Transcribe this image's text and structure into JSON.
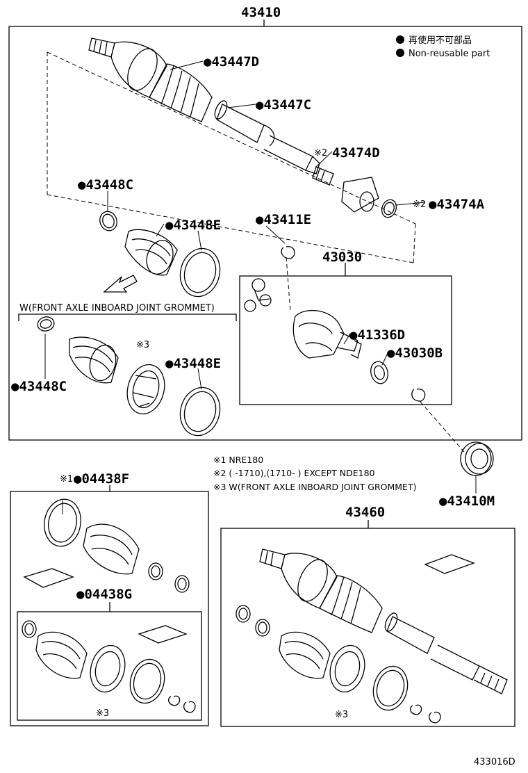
{
  "top": {
    "assembly_number": "43410",
    "legend": [
      {
        "text": "再使用不可部品"
      },
      {
        "text": "Non-reusable part"
      }
    ]
  },
  "parts": {
    "p43447D": "●43447D",
    "p43447C": "●43447C",
    "p43474D_mark": "※2",
    "p43474D": "43474D",
    "p43474A_mark": "※2",
    "p43474A": "●43474A",
    "p43448C_top": "●43448C",
    "p43448E_top": "●43448E",
    "p43411E": "●43411E",
    "p43030": "43030",
    "p41336D": "●41336D",
    "p43030B": "●43030B",
    "grommet_caption": "W(FRONT AXLE INBOARD JOINT GROMMET)",
    "p43448C_bottom": "●43448C",
    "mark3": "※3",
    "p43448E_bottom": "●43448E",
    "p43410M": "●43410M",
    "p04438F_mark": "※1",
    "p04438F": "●04438F",
    "p04438G": "●04438G",
    "mark3_kit": "※3",
    "p43460": "43460",
    "mark3_right": "※3"
  },
  "notes": {
    "n1": "※1 NRE180",
    "n2": "※2 (     -1710),(1710-     ) EXCEPT NDE180",
    "n3": "※3 W(FRONT AXLE INBOARD JOINT GROMMET)"
  },
  "footer": {
    "diagram_id": "433016D"
  }
}
